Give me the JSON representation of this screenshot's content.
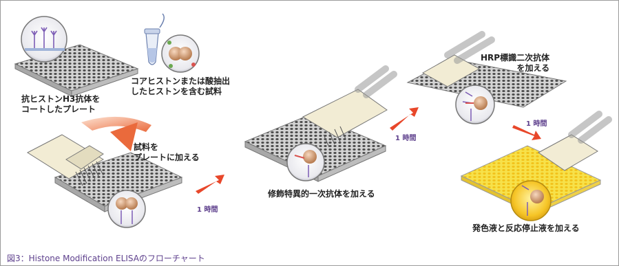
{
  "steps": {
    "coated_plate": [
      "抗ヒストンH3抗体を",
      "コートしたプレート"
    ],
    "sample": [
      "コアヒストンまたは酸抽出",
      "したヒストンを含む試料"
    ],
    "add_sample": [
      "試料を",
      "プレートに加える"
    ],
    "primary_antibody": "修飾特異的一次抗体を加える",
    "secondary_antibody": [
      "HRP標識二次抗体",
      "を加える"
    ],
    "develop": "発色液と反応停止液を加える"
  },
  "incubations": {
    "after_sample": "1 時間",
    "after_primary": "1 時間",
    "after_secondary": "1 時間"
  },
  "caption": "図3：Histone Modification ELISAのフローチャート",
  "colors": {
    "accent_purple": "#5d3f8c",
    "arrow_red": "#e8472a",
    "curve_arrow": "#f4a07a",
    "well_yellow": "#f7e14a",
    "plate_gray": "#cfcfcf"
  }
}
